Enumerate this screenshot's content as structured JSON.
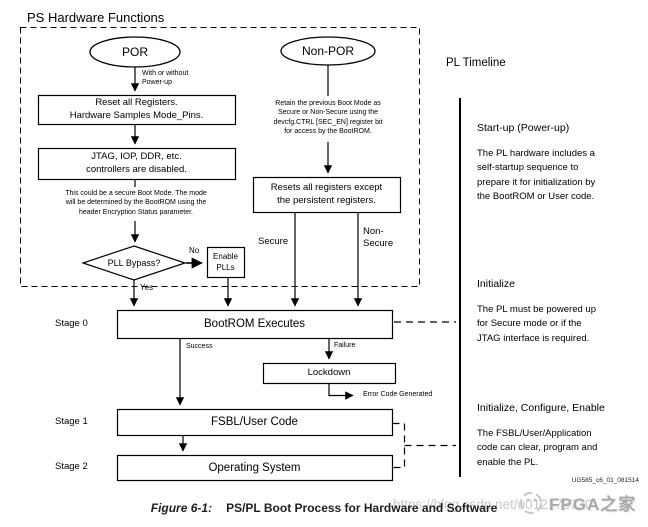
{
  "diagram": {
    "title": "PS Hardware Functions",
    "por_label": "POR",
    "non_por_label": "Non-POR",
    "power_note": "With or without\nPower-up",
    "reset_box": "Reset all Registers.\nHardware Samples Mode_Pins.",
    "jtag_box": "JTAG, IOP, DDR, etc.\ncontrollers are disabled.",
    "secure_mode_note": "This could be a secure Boot Mode. The mode\nwill be determined by the BootROM using the\nheader Encryption Status parameter.",
    "retain_note": "Retain the previous Boot Mode as\nSecure or Non-Secure using the\ndevcfg.CTRL [SEC_EN] register bit\nfor access by the BootROM.",
    "resets_box": "Resets all registers except\nthe persistent registers.",
    "pll_diamond": "PLL Bypass?",
    "no_label": "No",
    "yes_label": "Yes",
    "enable_plls_box": "Enable\nPLLs",
    "secure_label": "Secure",
    "non_secure_label": "Non-\nSecure",
    "stage0_label": "Stage 0",
    "stage1_label": "Stage 1",
    "stage2_label": "Stage 2",
    "bootrom_box": "BootROM Executes",
    "success_label": "Success",
    "failure_label": "Failure",
    "lockdown_box": "Lockdown",
    "error_code_label": "Error Code Generated",
    "fsbl_box": "FSBL/User Code",
    "os_box": "Operating System"
  },
  "timeline": {
    "title": "PL Timeline",
    "sections": [
      {
        "heading": "Start-up (Power-up)",
        "body": "The PL hardware includes a\nself-startup sequence to\nprepare it for initialization by\nthe BootROM or User code."
      },
      {
        "heading": "Initialize",
        "body": "The PL must be powered up\nfor Secure mode or if the\nJTAG interface is required."
      },
      {
        "heading": "Initialize, Configure, Enable",
        "body": "The FSBL/User/Application\ncode can clear, program and\nenable the PL."
      }
    ],
    "doc_ref": "UG585_c6_01_081514"
  },
  "caption": {
    "figure_label": "Figure 6-1:",
    "figure_title": "PS/PL Boot Process for Hardware and Software"
  },
  "watermark": {
    "url": "https://blog.csdn.net/u012176730",
    "brand": "FPGA之家"
  },
  "colors": {
    "line": "#000000",
    "watermark_gray": "#c7c7c7",
    "brand_gray": "#a9a9a9"
  }
}
